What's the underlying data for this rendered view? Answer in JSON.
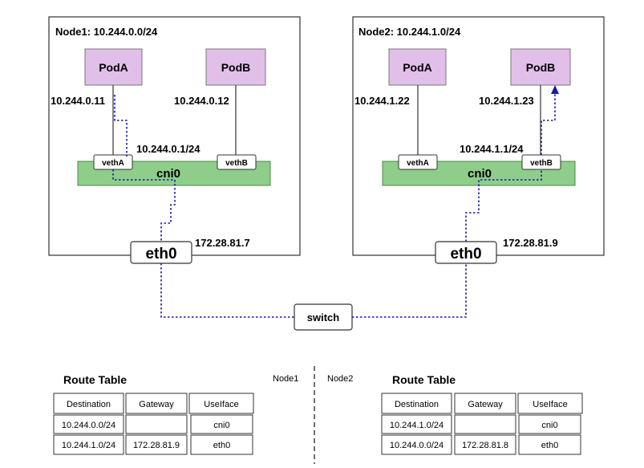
{
  "nodes": [
    {
      "title": "Node1: 10.244.0.0/24",
      "pods": [
        {
          "name": "PodA",
          "ip": "10.244.0.11"
        },
        {
          "name": "PodB",
          "ip": "10.244.0.12"
        }
      ],
      "bridge": {
        "name": "cni0",
        "ip": "10.244.0.1/24"
      },
      "veths": [
        "vethA",
        "vethB"
      ],
      "eth": {
        "name": "eth0",
        "ip": "172.28.81.7"
      }
    },
    {
      "title": "Node2: 10.244.1.0/24",
      "pods": [
        {
          "name": "PodA",
          "ip": "10.244.1.22"
        },
        {
          "name": "PodB",
          "ip": "10.244.1.23"
        }
      ],
      "bridge": {
        "name": "cni0",
        "ip": "10.244.1.1/24"
      },
      "veths": [
        "vethA",
        "vethB"
      ],
      "eth": {
        "name": "eth0",
        "ip": "172.28.81.9"
      }
    }
  ],
  "switch": {
    "label": "switch"
  },
  "separator": {
    "left": "Node1",
    "right": "Node2"
  },
  "route_tables": [
    {
      "title": "Route Table",
      "headers": [
        "Destination",
        "Gateway",
        "UseIface"
      ],
      "rows": [
        [
          "10.244.0.0/24",
          "",
          "cni0"
        ],
        [
          "10.244.1.0/24",
          "172.28.81.9",
          "eth0"
        ]
      ]
    },
    {
      "title": "Route Table",
      "headers": [
        "Destination",
        "Gateway",
        "UseIface"
      ],
      "rows": [
        [
          "10.244.1.0/24",
          "",
          "cni0"
        ],
        [
          "10.244.0.0/24",
          "172.28.81.8",
          "eth0"
        ]
      ]
    }
  ],
  "colors": {
    "pod_fill": "#e2bfe9",
    "bridge_fill": "#8fcd8a",
    "bridge_stroke": "#4a8a46",
    "path": "#1a1aa8",
    "line": "#333333"
  }
}
